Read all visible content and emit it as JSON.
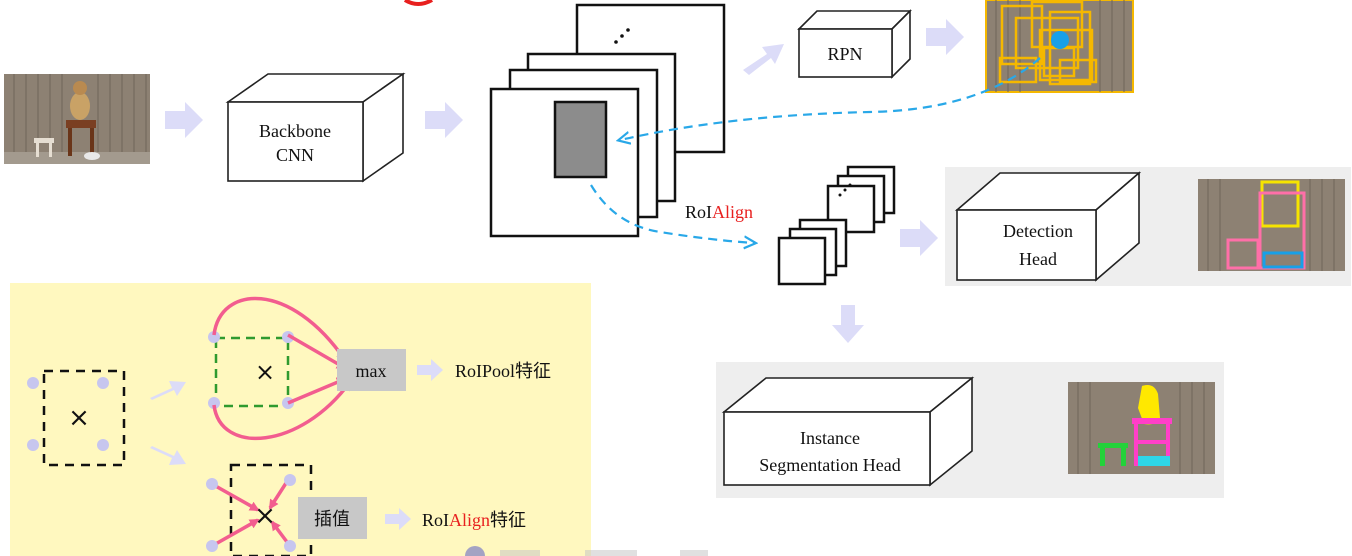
{
  "labels": {
    "backbone_line1": "Backbone",
    "backbone_line2": "CNN",
    "rpn": "RPN",
    "roialign_prefix": "RoI",
    "roialign_suffix": "Align",
    "detection_line1": "Detection",
    "detection_line2": "Head",
    "instance_line1": "Instance",
    "instance_line2": "Segmentation Head",
    "max_box": "max",
    "roipool_feature": "RoIPool特征",
    "interp_box": "插值",
    "roialign_feature_prefix": "RoI",
    "roialign_feature_highlight": "Align",
    "roialign_feature_suffix": "特征",
    "cross_symbol": "×",
    "ellipsis": "⋰"
  },
  "colors": {
    "flow_arrow": "#dcdcf8",
    "dashed_link": "#29a8e8",
    "highlight_text": "#e8201f",
    "bottom_left_panel": "#fff8bf",
    "head_panel": "#eeeeee",
    "pink_arrow": "#f25d8f",
    "green_dash": "#2f9a2f",
    "sample_dot": "#c7c6ef",
    "gray_box": "#c8c8c8",
    "roi_gray": "#8c8c8c",
    "anchor_box": "#f5b800",
    "det_box_yellow": "#f6e400",
    "det_box_pink": "#ff6fa8",
    "det_box_blue": "#18a0e8",
    "seg_yellow": "#ffe800",
    "seg_pink": "#ff3fc8",
    "seg_green": "#23d23a",
    "seg_cyan": "#2ed6e8"
  }
}
